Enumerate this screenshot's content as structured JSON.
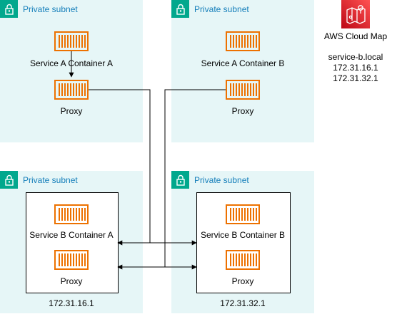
{
  "subnets": [
    {
      "label": "Private subnet"
    },
    {
      "label": "Private subnet"
    },
    {
      "label": "Private subnet"
    },
    {
      "label": "Private subnet"
    }
  ],
  "nodes": {
    "svc_a_container_a": "Service A Container A",
    "proxy_a_a": "Proxy",
    "svc_a_container_b": "Service A Container B",
    "proxy_a_b": "Proxy",
    "svc_b_container_a": "Service B Container A",
    "proxy_b_a": "Proxy",
    "svc_b_container_b": "Service B Container B",
    "proxy_b_b": "Proxy",
    "ip_b_a": "172.31.16.1",
    "ip_b_b": "172.31.32.1"
  },
  "cloud_map": {
    "title": "AWS Cloud Map",
    "service": "service-b.local",
    "ips": [
      "172.31.16.1",
      "172.31.32.1"
    ]
  },
  "colors": {
    "subnet_fill": "#e6f6f7",
    "subnet_badge": "#01a88d",
    "subnet_label": "#147eba",
    "container_orange": "#ed7100",
    "cloud_map_gradient": [
      "#bd0816",
      "#ff5252"
    ]
  }
}
